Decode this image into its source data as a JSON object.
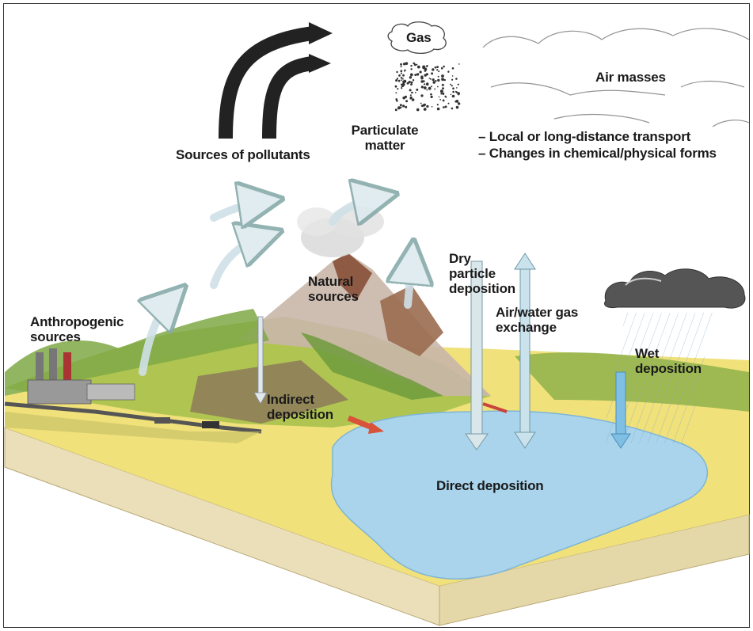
{
  "labels": {
    "gas": "Gas",
    "air_masses": "Air masses",
    "particulate_matter": "Particulate matter",
    "sources_of_pollutants": "Sources of pollutants",
    "transport_bullets": [
      "Local or long-distance transport",
      "Changes in chemical/physical forms"
    ],
    "anthropogenic_sources": "Anthropogenic sources",
    "natural_sources": "Natural sources",
    "dry_particle_deposition": "Dry particle deposition",
    "air_water_gas_exchange": "Air/water gas exchange",
    "wet_deposition": "Wet deposition",
    "indirect_deposition": "Indirect deposition",
    "direct_deposition": "Direct deposition"
  },
  "colors": {
    "water": "#a9d4ec",
    "sand": "#f2e27a",
    "grass": "#a9c24a",
    "soil_side": "#e9ddb4",
    "arrow_dark": "#222222",
    "arrow_light": "#d6e6ea"
  }
}
